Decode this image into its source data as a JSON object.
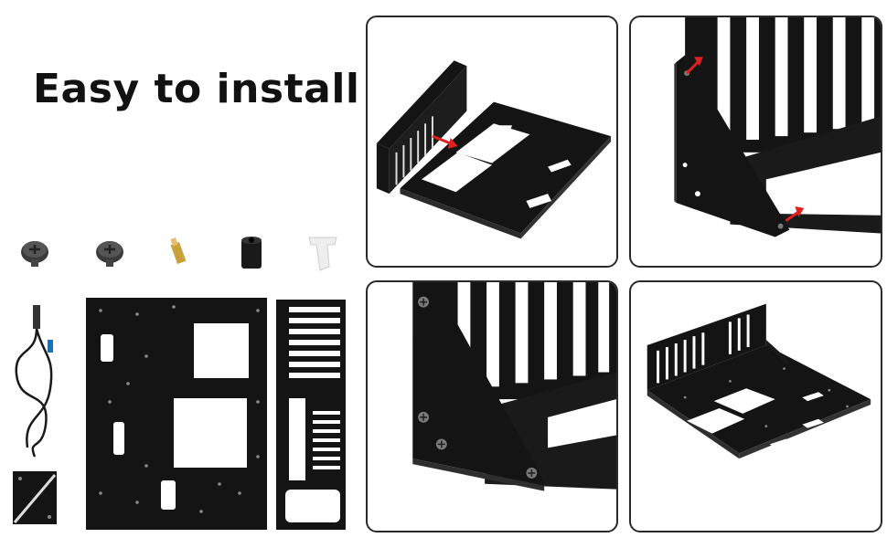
{
  "headline": "Easy to install",
  "colors": {
    "plate": "#141414",
    "arrow": "#e02020",
    "brass": "#c9a13a",
    "frame": "#2a2a2a"
  },
  "parts": {
    "items": [
      "screw-icon",
      "screw-icon",
      "brass-standoff-icon",
      "rubber-foot-icon",
      "plastic-clip-icon",
      "power-switch-cable-icon",
      "corner-bracket-icon",
      "motherboard-tray-plate",
      "io-backplate"
    ]
  },
  "steps": [
    {
      "name": "attach-backplate-to-tray"
    },
    {
      "name": "attach-side-bracket-top"
    },
    {
      "name": "screw-side-bracket"
    },
    {
      "name": "assembled-bench-frame"
    }
  ]
}
